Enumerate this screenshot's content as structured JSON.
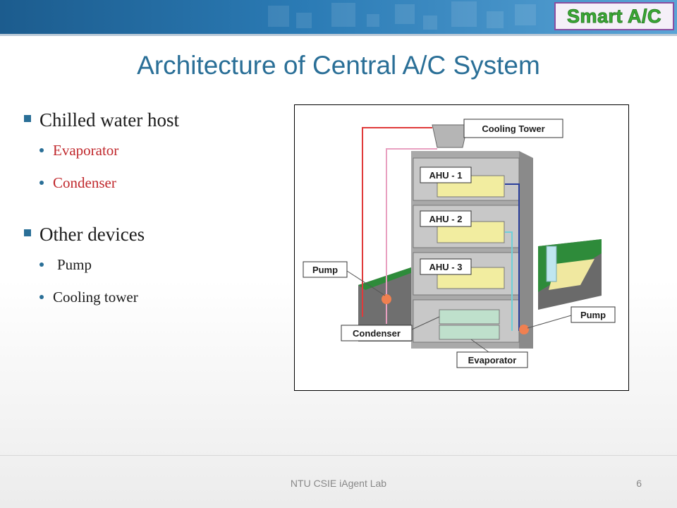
{
  "brand": {
    "label": "Smart A/C"
  },
  "slide": {
    "title": "Architecture of Central A/C System"
  },
  "bullets": [
    {
      "text": "Chilled water host",
      "items": [
        {
          "text": "Evaporator"
        },
        {
          "text": "Condenser"
        }
      ]
    },
    {
      "text": "Other devices",
      "items": [
        {
          "text": "Pump"
        },
        {
          "text": "Cooling tower"
        }
      ]
    }
  ],
  "diagram": {
    "labels": {
      "cooling_tower": "Cooling Tower",
      "ahu1": "AHU - 1",
      "ahu2": "AHU - 2",
      "ahu3": "AHU - 3",
      "pump_left": "Pump",
      "pump_right": "Pump",
      "condenser": "Condenser",
      "evaporator": "Evaporator"
    }
  },
  "footer": {
    "text": "NTU CSIE iAgent Lab",
    "page": "6"
  },
  "colors": {
    "accent": "#2a6f97",
    "highlight": "#c0282c",
    "brand_green": "#3aaa35",
    "brand_border": "#8a4ea0"
  }
}
